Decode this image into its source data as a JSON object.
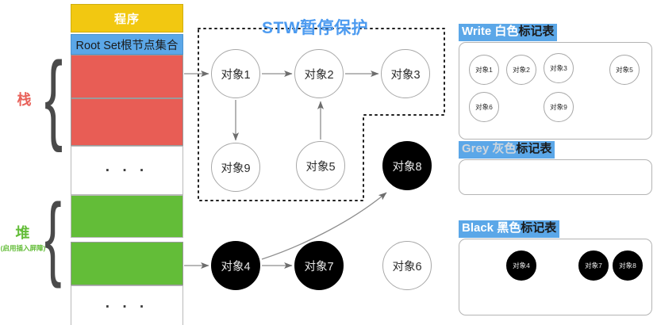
{
  "memory": {
    "program_label": "程序",
    "root_set_label": "Root Set根节点集合",
    "ellipsis": "· · ·",
    "stack_label": "栈",
    "heap_label": "堆",
    "heap_sublabel": "(启用插入屏障)",
    "colors": {
      "program": "#F2C811",
      "root_set": "#5BA7E8",
      "stack_block": "#E85D55",
      "heap_block": "#63BD38",
      "stack_text": "#E8615A",
      "heap_text": "#63BD38"
    }
  },
  "stw": {
    "title": "STW暂停保护",
    "title_color": "#4D9BF0"
  },
  "graph": {
    "nodes": [
      {
        "id": "obj1",
        "label": "对象1",
        "color": "white"
      },
      {
        "id": "obj2",
        "label": "对象2",
        "color": "white"
      },
      {
        "id": "obj3",
        "label": "对象3",
        "color": "white"
      },
      {
        "id": "obj9",
        "label": "对象9",
        "color": "white"
      },
      {
        "id": "obj5",
        "label": "对象5",
        "color": "white"
      },
      {
        "id": "obj8",
        "label": "对象8",
        "color": "black"
      },
      {
        "id": "obj4",
        "label": "对象4",
        "color": "black"
      },
      {
        "id": "obj7",
        "label": "对象7",
        "color": "black"
      },
      {
        "id": "obj6",
        "label": "对象6",
        "color": "white"
      }
    ],
    "edges": [
      {
        "from": "root-set",
        "to": "obj1"
      },
      {
        "from": "obj1",
        "to": "obj2"
      },
      {
        "from": "obj2",
        "to": "obj3"
      },
      {
        "from": "obj1",
        "to": "obj9"
      },
      {
        "from": "obj5",
        "to": "obj2"
      },
      {
        "from": "heap-block",
        "to": "obj4"
      },
      {
        "from": "obj4",
        "to": "obj7"
      },
      {
        "from": "obj4",
        "to": "obj8"
      }
    ]
  },
  "panels": [
    {
      "id": "write",
      "title_en": "Write",
      "title_cn_highlight": " 白色",
      "title_cn_plain": "标记表",
      "en_dim": false,
      "items": [
        {
          "label": "对象1",
          "color": "white"
        },
        {
          "label": "对象2",
          "color": "white"
        },
        {
          "label": "对象3",
          "color": "white"
        },
        {
          "label": "对象5",
          "color": "white"
        },
        {
          "label": "对象6",
          "color": "white"
        },
        {
          "label": "对象9",
          "color": "white"
        }
      ]
    },
    {
      "id": "grey",
      "title_en": "Grey",
      "title_cn_highlight": " 灰色",
      "title_cn_plain": "标记表",
      "en_dim": true,
      "items": []
    },
    {
      "id": "black",
      "title_en": "Black",
      "title_cn_highlight": " 黑色",
      "title_cn_plain": "标记表",
      "en_dim": false,
      "items": [
        {
          "label": "对象4",
          "color": "black"
        },
        {
          "label": "对象7",
          "color": "black"
        },
        {
          "label": "对象8",
          "color": "black"
        }
      ]
    }
  ]
}
